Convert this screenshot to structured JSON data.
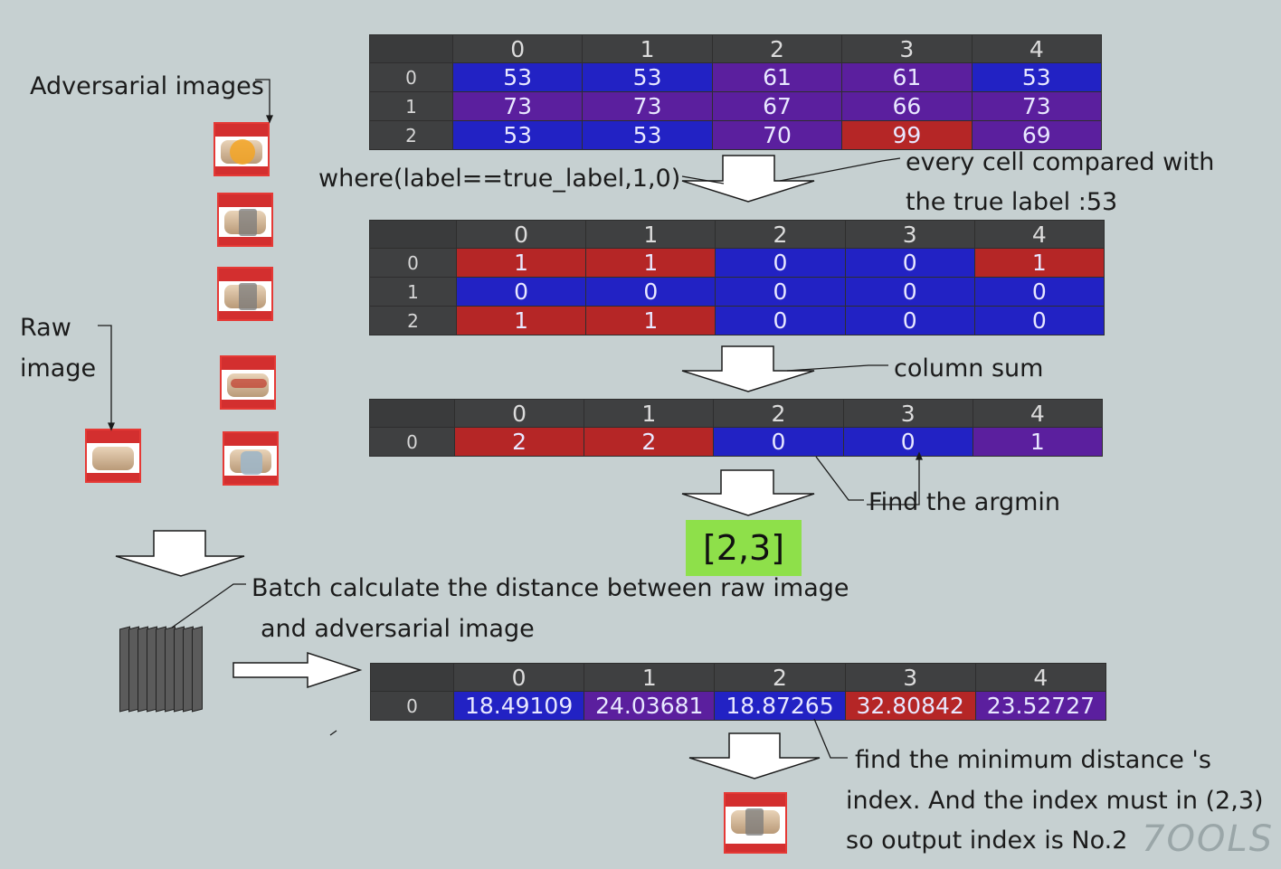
{
  "labels": {
    "adversarial_images": "Adversarial images",
    "raw_line1": "Raw",
    "raw_line2": "image",
    "where_expr": "where(label==true_label,1,0)",
    "compare_line1": "every cell compared with",
    "compare_line2": "the true label :53",
    "column_sum": "column sum",
    "find_argmin": "Find the argmin",
    "result": "[2,3]",
    "batch_line1": "Batch calculate the distance between raw image",
    "batch_line2": "and adversarial image",
    "min_line1": "find the minimum distance 's",
    "min_line2": "index. And the index must in (2,3)",
    "min_line3": "so output index is No.2",
    "watermark": "7OOLS"
  },
  "colors": {
    "background": "#c6d0d1",
    "blue": "#2222c4",
    "purple": "#5b1f9e",
    "red": "#b52626",
    "header": "#3f4041",
    "result_bg": "#8ee04a"
  },
  "tables": {
    "labels_table": {
      "columns": [
        "0",
        "1",
        "2",
        "3",
        "4"
      ],
      "rows": [
        {
          "index": "0",
          "cells": [
            {
              "v": "53",
              "c": "blue"
            },
            {
              "v": "53",
              "c": "blue"
            },
            {
              "v": "61",
              "c": "purple"
            },
            {
              "v": "61",
              "c": "purple"
            },
            {
              "v": "53",
              "c": "blue"
            }
          ]
        },
        {
          "index": "1",
          "cells": [
            {
              "v": "73",
              "c": "purple"
            },
            {
              "v": "73",
              "c": "purple"
            },
            {
              "v": "67",
              "c": "purple"
            },
            {
              "v": "66",
              "c": "purple"
            },
            {
              "v": "73",
              "c": "purple"
            }
          ]
        },
        {
          "index": "2",
          "cells": [
            {
              "v": "53",
              "c": "blue"
            },
            {
              "v": "53",
              "c": "blue"
            },
            {
              "v": "70",
              "c": "purple"
            },
            {
              "v": "99",
              "c": "red"
            },
            {
              "v": "69",
              "c": "purple"
            }
          ]
        }
      ]
    },
    "match_table": {
      "columns": [
        "0",
        "1",
        "2",
        "3",
        "4"
      ],
      "rows": [
        {
          "index": "0",
          "cells": [
            {
              "v": "1",
              "c": "red"
            },
            {
              "v": "1",
              "c": "red"
            },
            {
              "v": "0",
              "c": "blue"
            },
            {
              "v": "0",
              "c": "blue"
            },
            {
              "v": "1",
              "c": "red"
            }
          ]
        },
        {
          "index": "1",
          "cells": [
            {
              "v": "0",
              "c": "blue"
            },
            {
              "v": "0",
              "c": "blue"
            },
            {
              "v": "0",
              "c": "blue"
            },
            {
              "v": "0",
              "c": "blue"
            },
            {
              "v": "0",
              "c": "blue"
            }
          ]
        },
        {
          "index": "2",
          "cells": [
            {
              "v": "1",
              "c": "red"
            },
            {
              "v": "1",
              "c": "red"
            },
            {
              "v": "0",
              "c": "blue"
            },
            {
              "v": "0",
              "c": "blue"
            },
            {
              "v": "0",
              "c": "blue"
            }
          ]
        }
      ]
    },
    "sum_table": {
      "columns": [
        "0",
        "1",
        "2",
        "3",
        "4"
      ],
      "rows": [
        {
          "index": "0",
          "cells": [
            {
              "v": "2",
              "c": "red"
            },
            {
              "v": "2",
              "c": "red"
            },
            {
              "v": "0",
              "c": "blue"
            },
            {
              "v": "0",
              "c": "blue"
            },
            {
              "v": "1",
              "c": "purple"
            }
          ]
        }
      ]
    },
    "distance_table": {
      "columns": [
        "0",
        "1",
        "2",
        "3",
        "4"
      ],
      "rows": [
        {
          "index": "0",
          "cells": [
            {
              "v": "18.49109",
              "c": "blue"
            },
            {
              "v": "24.03681",
              "c": "purple"
            },
            {
              "v": "18.87265",
              "c": "blue"
            },
            {
              "v": "32.80842",
              "c": "red"
            },
            {
              "v": "23.52727",
              "c": "purple"
            }
          ]
        }
      ]
    }
  },
  "thumbnails": {
    "adversarial": [
      "round",
      "plain",
      "plain",
      "tube",
      "bag"
    ],
    "raw": "plain",
    "output": "plain"
  },
  "icons": [
    "down-arrow-icon",
    "right-arrow-icon",
    "image-stack-icon"
  ]
}
